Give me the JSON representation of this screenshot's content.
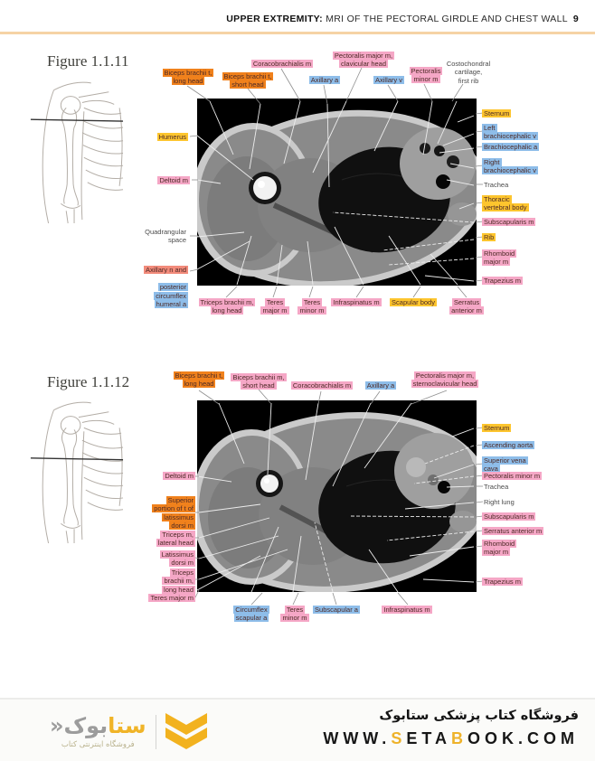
{
  "header": {
    "section_label": "UPPER EXTREMITY:",
    "title": " MRI OF THE PECTORAL GIRDLE AND CHEST WALL",
    "page_number": "9"
  },
  "fig1": {
    "title": "Figure 1.1.11",
    "top": [
      "Biceps brachii t,\nlong head",
      "Biceps brachii t,\nshort head",
      "Coracobrachialis m",
      "Axillary a",
      "Pectoralis major m,\nclavicular head",
      "Axillary v",
      "Pectoralis\nminor m",
      "Costochondral\ncartilage,\nfirst rib"
    ],
    "left": [
      "Humerus",
      "Deltoid m",
      "Quadrangular\nspace"
    ],
    "axn": "Axillary n and",
    "axn2": "posterior\ncircumflex\nhumeral a",
    "right": [
      "Sternum",
      "Left\nbrachiocephalic v",
      "Brachiocephalic a",
      "Right\nbrachiocephalic v",
      "Trachea",
      "Thoracic\nvertebral body",
      "Subscapularis m",
      "Rib",
      "Rhomboid\nmajor m",
      "Trapezius m"
    ],
    "bottom": [
      "Triceps brachii m,\nlong head",
      "Teres\nmajor m",
      "Teres\nminor m",
      "Infraspinatus m",
      "Scapular body",
      "Serratus\nanterior m"
    ]
  },
  "fig2": {
    "title": "Figure 1.1.12",
    "top": [
      "Biceps brachii t,\nlong head",
      "Biceps brachii m,\nshort head",
      "Coracobrachialis m",
      "Axillary a",
      "Pectoralis major m,\nsternoclavicular head"
    ],
    "left": [
      "Deltoid m",
      "Superior\nportion of t of\nlatissimus\ndorsi m",
      "Triceps m,\nlateral head",
      "Latissimus\ndorsi m",
      "Triceps\nbrachii m,\nlong head",
      "Teres major m"
    ],
    "right": [
      "Sternum",
      "Ascending aorta",
      "Superior vena\ncava",
      "Pectoralis minor m",
      "Trachea",
      "Right lung",
      "Subscapularis m",
      "Serratus anterior m",
      "Rhomboid\nmajor m",
      "Trapezius m"
    ],
    "bottom": [
      "Circumflex\nscapular a",
      "Teres\nminor m",
      "Subscapular a",
      "Infraspinatus m"
    ]
  },
  "footer": {
    "store_name_fa": "فروشگاه کتاب پزشکی ستابوک",
    "logo_wordmark_right": "ستا",
    "logo_wordmark_left": "بوک",
    "logo_guillemet": "«",
    "logo_tagline": "فروشگاه اینترنتی کتاب",
    "url_p1": "WWW.",
    "url_s": "S",
    "url_p2": "ETA",
    "url_b": "B",
    "url_p3": "OOK.COM",
    "accent_gold": "#eeb22a"
  }
}
